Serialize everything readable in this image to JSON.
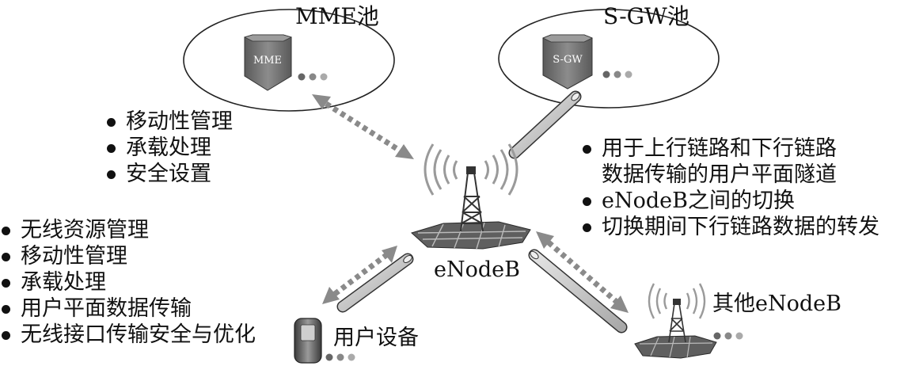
{
  "pools": {
    "mme": {
      "title": "MME池",
      "node_label": "MME"
    },
    "sgw": {
      "title": "S-GW池",
      "node_label": "S-GW"
    }
  },
  "enodeb": {
    "label": "eNodeB"
  },
  "other_enodeb": {
    "label": "其他eNodeB"
  },
  "ue": {
    "label": "用户设备"
  },
  "mme_functions": [
    "移动性管理",
    "承载处理",
    "安全设置"
  ],
  "sgw_functions": [
    {
      "text": "用于上行链路和下行链路",
      "bullet": true
    },
    {
      "text": "数据传输的用户平面隧道",
      "bullet": false
    },
    {
      "text": "eNodeB之间的切换",
      "bullet": true
    },
    {
      "text": "切换期间下行链路数据的转发",
      "bullet": true
    }
  ],
  "ue_functions": [
    "无线资源管理",
    "移动性管理",
    "承载处理",
    "用户平面数据传输",
    "无线接口传输安全与优化"
  ],
  "colors": {
    "link_gray": "#c8c8c8",
    "signal_dots": "#9a9a9a",
    "dark": "#222222",
    "node_fill": "#6e6e6e"
  }
}
